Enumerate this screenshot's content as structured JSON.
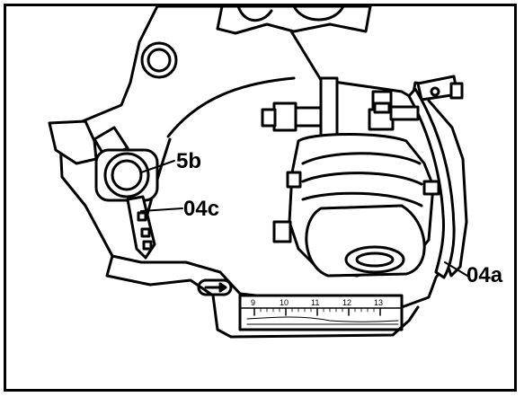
{
  "figure": {
    "callouts": [
      {
        "id": "5b",
        "text": "5b"
      },
      {
        "id": "04c",
        "text": "04c"
      },
      {
        "id": "04a",
        "text": "04a"
      }
    ],
    "scale": {
      "ticks": [
        "9",
        "10",
        "11",
        "12",
        "13"
      ]
    }
  }
}
